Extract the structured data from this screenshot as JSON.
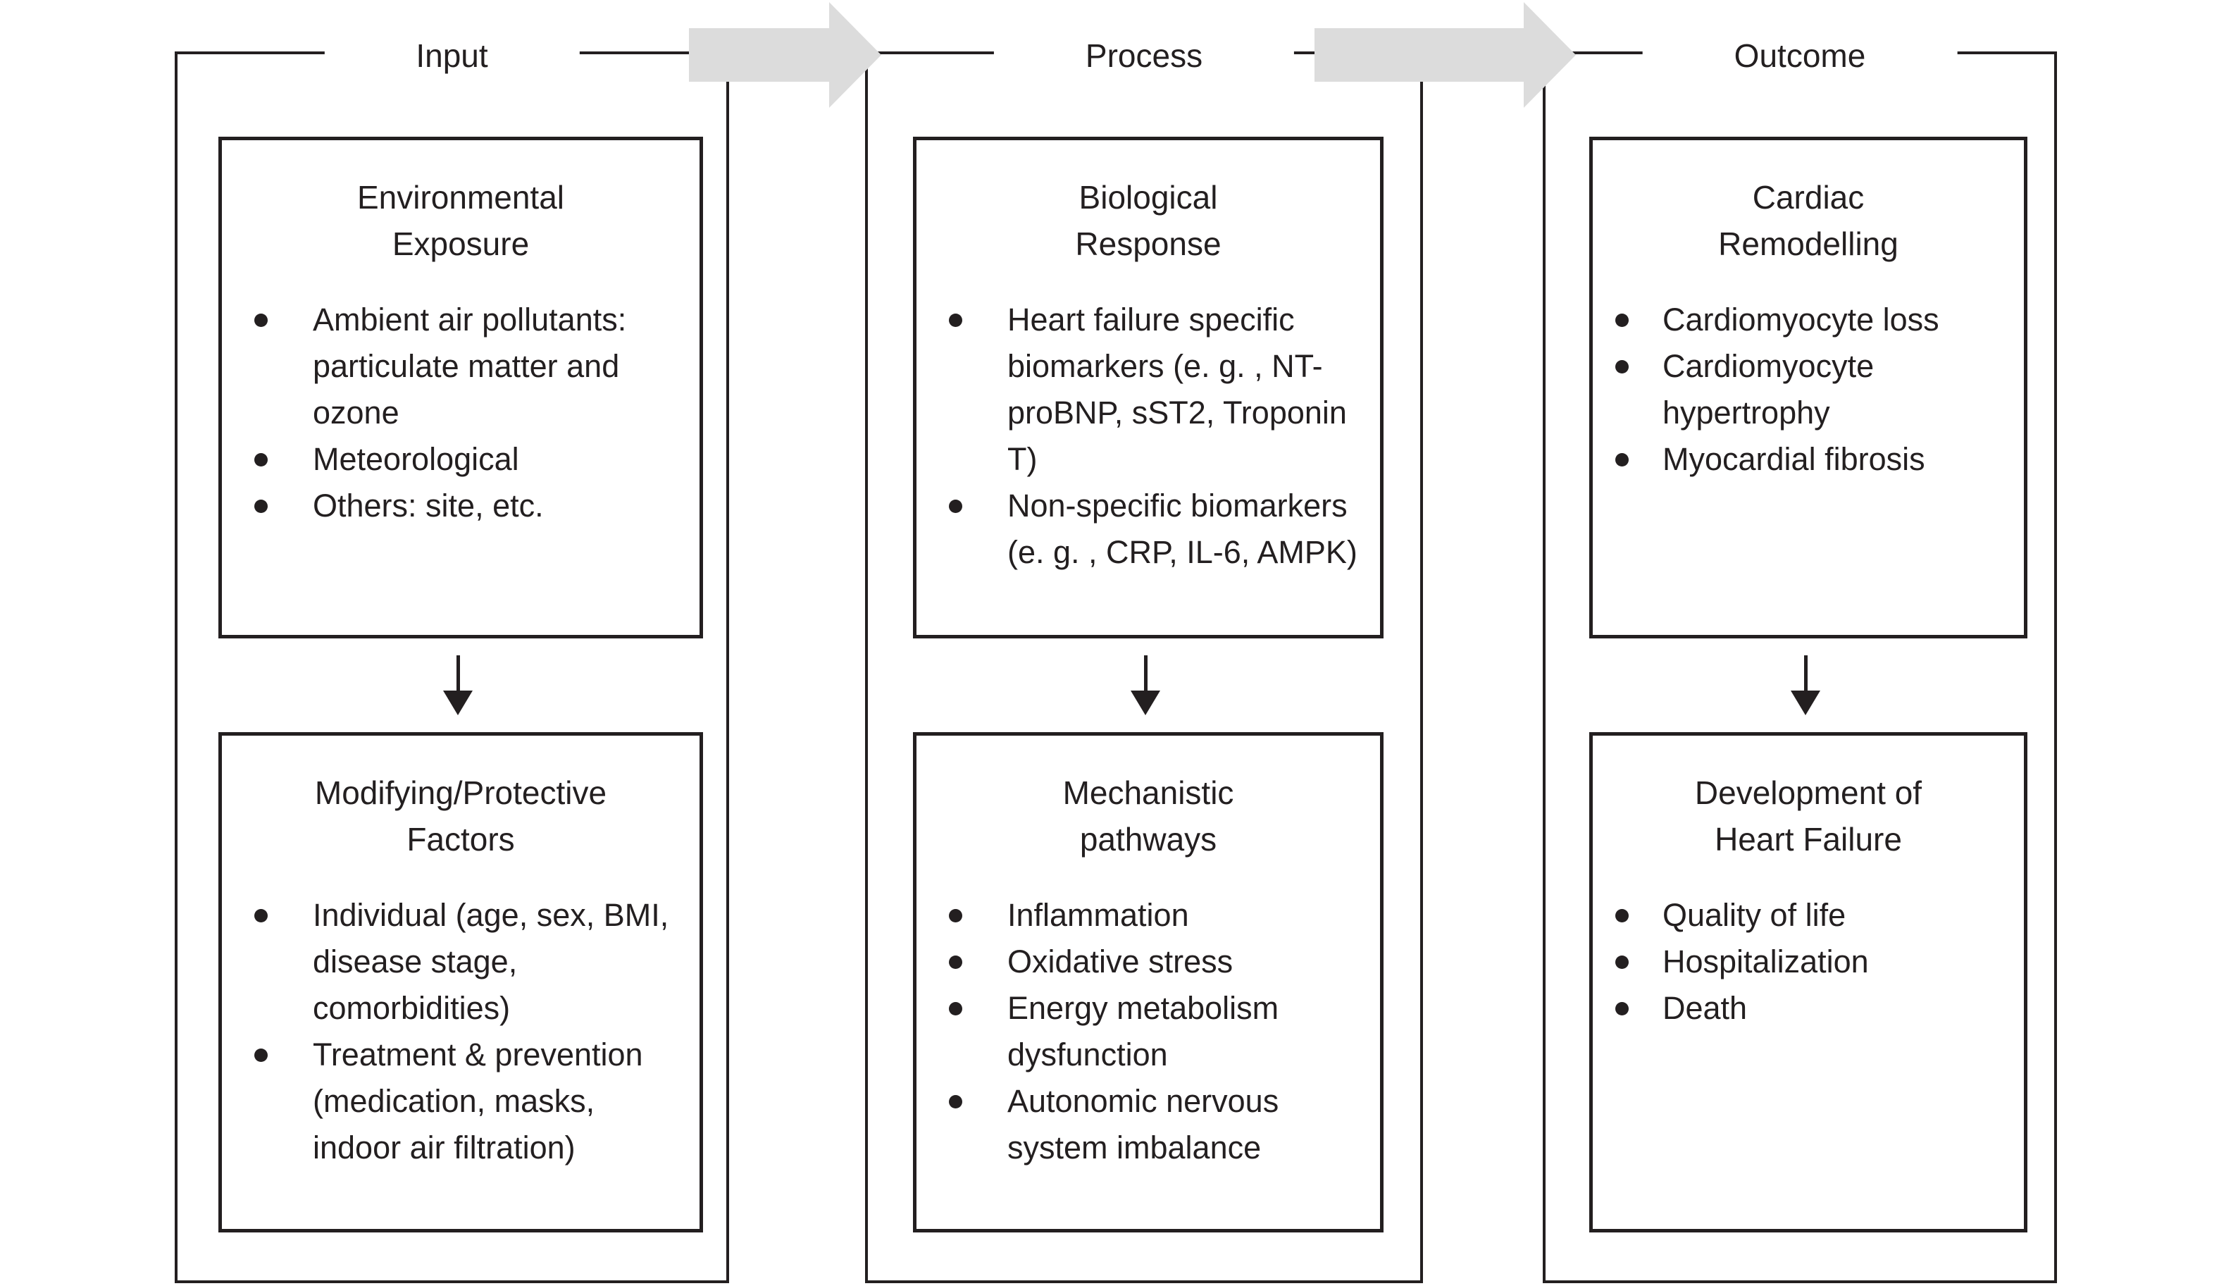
{
  "palette": {
    "ink": "#231f20",
    "flow_arrow_gray": "#dcdcdc",
    "background": "#ffffff"
  },
  "connectors": {
    "between_columns": "right-block-arrow",
    "between_boxes": "down-arrow"
  },
  "columns": [
    {
      "header": "Input",
      "top_box": {
        "title_lines": [
          "Environmental",
          "Exposure"
        ],
        "bullets": [
          "Ambient air pollutants: particulate matter and ozone",
          "Meteorological",
          "Others: site, etc."
        ]
      },
      "bottom_box": {
        "title_lines": [
          "Modifying/Protective",
          "Factors"
        ],
        "bullets": [
          "Individual (age, sex, BMI, disease stage, comorbidities)",
          "Treatment & prevention (medication, masks, indoor air filtration)"
        ]
      }
    },
    {
      "header": "Process",
      "top_box": {
        "title_lines": [
          "Biological",
          "Response"
        ],
        "bullets": [
          "Heart failure specific biomarkers (e. g. , NT-proBNP, sST2, Troponin T)",
          "Non-specific biomarkers (e. g. , CRP, IL-6, AMPK)"
        ]
      },
      "bottom_box": {
        "title_lines": [
          "Mechanistic",
          "pathways"
        ],
        "bullets": [
          "Inflammation",
          "Oxidative stress",
          "Energy metabolism dysfunction",
          "Autonomic nervous system imbalance"
        ]
      }
    },
    {
      "header": "Outcome",
      "top_box": {
        "title_lines": [
          "Cardiac",
          "Remodelling"
        ],
        "bullets": [
          "Cardiomyocyte loss",
          "Cardiomyocyte hypertrophy",
          "Myocardial fibrosis"
        ]
      },
      "bottom_box": {
        "title_lines": [
          "Development of",
          "Heart Failure"
        ],
        "bullets": [
          "Quality of life",
          "Hospitalization",
          "Death"
        ]
      }
    }
  ]
}
